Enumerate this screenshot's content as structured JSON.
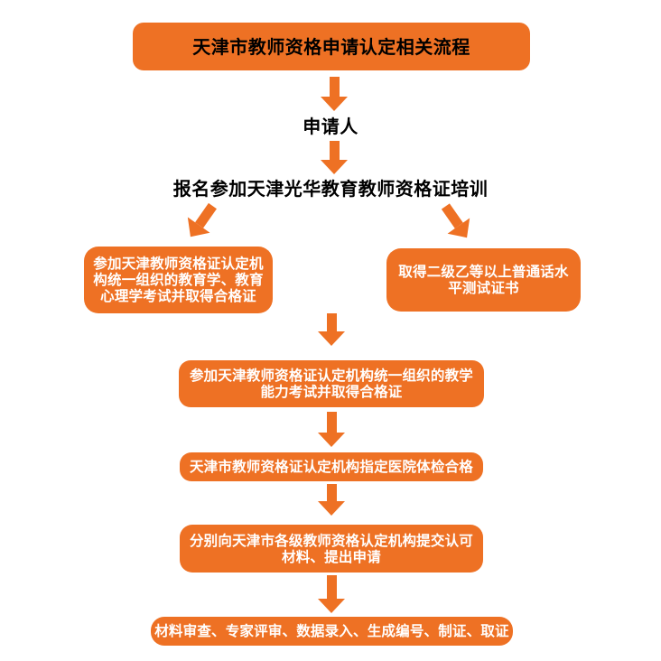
{
  "colors": {
    "accent_orange": "#EE7124",
    "label_text": "#000000",
    "box_text": "#FFFFFF",
    "background": "#FFFFFF"
  },
  "flowchart": {
    "title": "天津市教师资格申请认定相关流程",
    "applicant_label": "申请人",
    "training_label": "报名参加天津光华教育教师资格证培训",
    "boxes": {
      "pedagogy_exam": "参加天津教师资格证认定机\n构统一组织的教育学、教育\n心理学考试并取得合格证",
      "mandarin_cert": "取得二级乙等以上普通话水\n平测试证书",
      "teaching_exam": "参加天津教师资格证认定机构统一组织的教学\n能力考试并取得合格证",
      "medical_check": "天津市教师资格证认定机构指定医院体检合格",
      "submit_application": "分别向天津市各级教师资格认定机构提交认可\n材料、提出申请",
      "final_steps": "材料审查、专家评审、数据录入、生成编号、制证、取证"
    },
    "icons": {
      "down_arrow": "orange solid down arrow",
      "diagonal_down_left_arrow": "orange solid arrow pointing down-left",
      "diagonal_down_right_arrow": "orange solid arrow pointing down-right"
    }
  }
}
